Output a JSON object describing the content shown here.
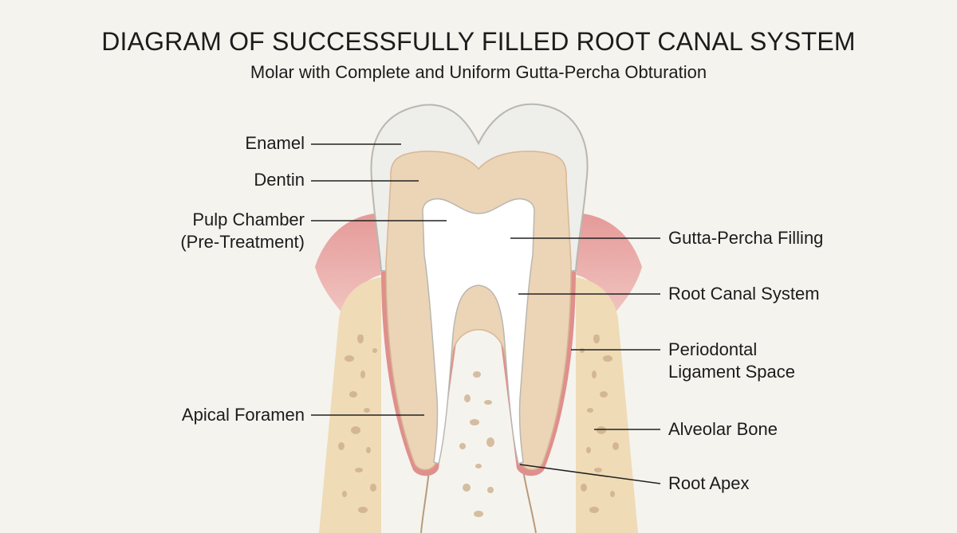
{
  "title": "DIAGRAM OF SUCCESSFULLY FILLED ROOT CANAL SYSTEM",
  "subtitle": "Molar with Complete and Uniform Gutta-Percha Obturation",
  "labels": {
    "enamel": "Enamel",
    "dentin": "Dentin",
    "pulp_chamber_line1": "Pulp Chamber",
    "pulp_chamber_line2": "(Pre-Treatment)",
    "apical_foramen": "Apical Foramen",
    "gutta_percha": "Gutta-Percha Filling",
    "root_canal_system": "Root Canal System",
    "periodontal_line1": "Periodontal",
    "periodontal_line2": "Ligament Space",
    "alveolar_bone": "Alveolar Bone",
    "root_apex": "Root Apex"
  },
  "colors": {
    "background": "#f5f3ee",
    "enamel": "#eeeeea",
    "dentin": "#ecd4b6",
    "gutta_percha": "#ffffff",
    "gum": "#e7a6a3",
    "ligament": "#df8f8c",
    "bone": "#efdbb6",
    "bone_pores": "#c9ab86",
    "leader_line": "#222222"
  }
}
